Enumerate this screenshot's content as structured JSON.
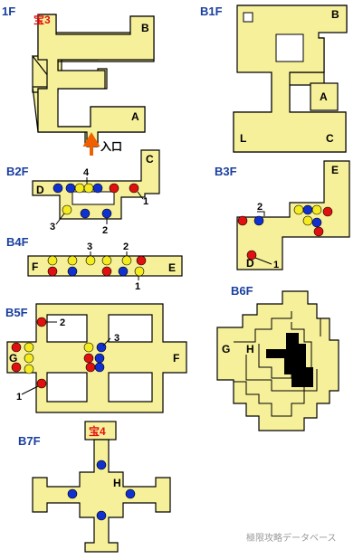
{
  "floors": {
    "f1": "1F",
    "b1f": "B1F",
    "b2f": "B2F",
    "b3f": "B3F",
    "b4f": "B4F",
    "b5f": "B5F",
    "b6f": "B6F",
    "b7f": "B7F"
  },
  "labels": {
    "treasure3": "宝3",
    "treasure4": "宝4",
    "entrance": "入口",
    "credit": "極限攻略データベース"
  },
  "letters": {
    "A": "A",
    "B": "B",
    "C": "C",
    "D": "D",
    "E": "E",
    "F": "F",
    "G": "G",
    "H": "H",
    "L": "L"
  },
  "numbers": {
    "n1": "1",
    "n2": "2",
    "n3": "3",
    "n4": "4"
  },
  "colors": {
    "room": "#f7f09a",
    "floor_label": "#1a3fa0",
    "treasure": "#e01010"
  }
}
